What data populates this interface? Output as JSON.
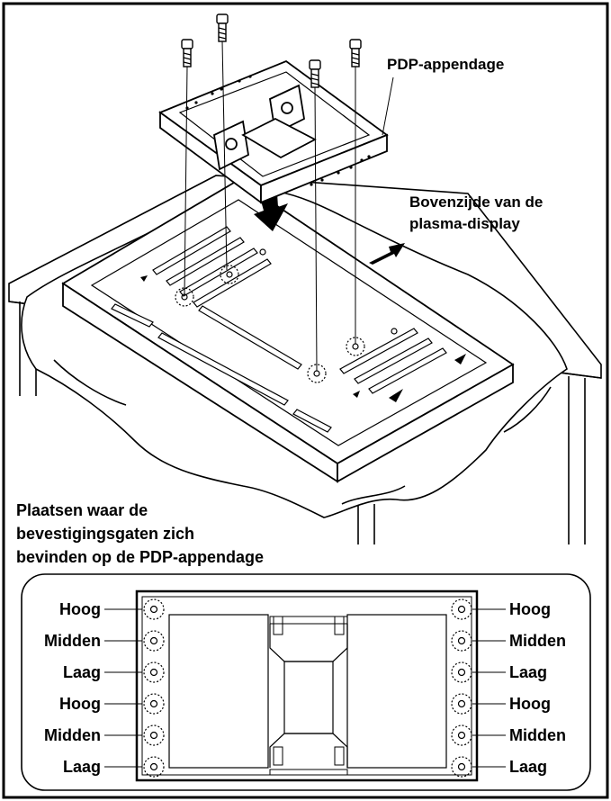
{
  "labels": {
    "pdp_attachment": "PDP-appendage",
    "top_side_line1": "Bovenzijde van de",
    "top_side_line2": "plasma-display",
    "positions_line1": "Plaatsen waar de",
    "positions_line2": "bevestigingsgaten zich",
    "positions_line3": "bevinden op de PDP-appendage"
  },
  "holes": {
    "left": [
      "Hoog",
      "Midden",
      "Laag",
      "Hoog",
      "Midden",
      "Laag"
    ],
    "right": [
      "Hoog",
      "Midden",
      "Laag",
      "Hoog",
      "Midden",
      "Laag"
    ]
  }
}
